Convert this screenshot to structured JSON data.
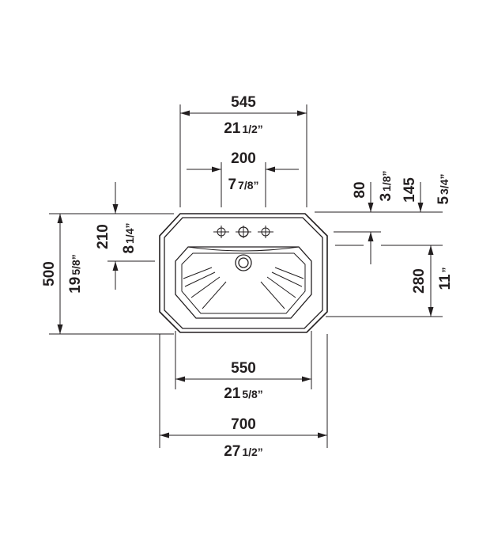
{
  "dimensions": {
    "top_width": {
      "mm": "545",
      "in_whole": "21",
      "in_frac": "1/2”"
    },
    "tap_spacing": {
      "mm": "200",
      "in_whole": "7",
      "in_frac": "7/8”"
    },
    "bowl_width": {
      "mm": "550",
      "in_whole": "21",
      "in_frac": "5/8”"
    },
    "overall_width": {
      "mm": "700",
      "in_whole": "27",
      "in_frac": "1/2”"
    },
    "overall_depth": {
      "mm": "500",
      "in_whole": "19",
      "in_frac": "5/8”"
    },
    "tap_depth": {
      "mm": "210",
      "in_whole": "8",
      "in_frac": "1/4”"
    },
    "tap_offset": {
      "mm": "80",
      "in_whole": "3",
      "in_frac": "1/8”"
    },
    "drain_offset": {
      "mm": "145",
      "in_whole": "5",
      "in_frac": "3/4”"
    },
    "bowl_depth": {
      "mm": "280",
      "in_whole": "11",
      "in_frac": "”"
    }
  }
}
